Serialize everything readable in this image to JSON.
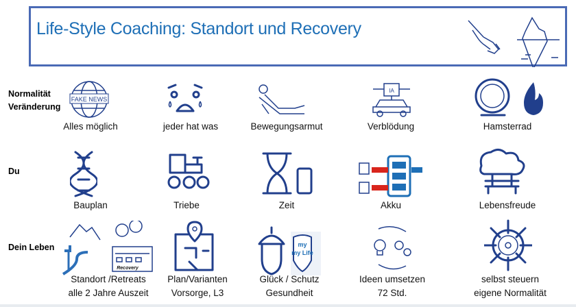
{
  "header": {
    "title": "Life-Style Coaching: Standort und Recovery"
  },
  "rows": [
    {
      "label_lines": [
        "Normalität",
        "Veränderung"
      ],
      "items": [
        {
          "icon": "fake-news-globe-icon",
          "icon_text": "FAKE NEWS",
          "label_lines": [
            "Alles möglich"
          ]
        },
        {
          "icon": "scared-face-icon",
          "label_lines": [
            "jeder hat was"
          ]
        },
        {
          "icon": "reclining-person-icon",
          "label_lines": [
            "Bewegungsarmut"
          ]
        },
        {
          "icon": "ai-car-chip-icon",
          "label_lines": [
            "Verblödung"
          ]
        },
        {
          "icon": "hamster-wheel-fire-icon",
          "label_lines": [
            "Hamsterrad"
          ]
        }
      ]
    },
    {
      "label_lines": [
        "Du"
      ],
      "items": [
        {
          "icon": "dna-icon",
          "label_lines": [
            "Bauplan"
          ]
        },
        {
          "icon": "locomotive-icon",
          "label_lines": [
            "Triebe"
          ]
        },
        {
          "icon": "hourglass-phone-icon",
          "label_lines": [
            "Zeit"
          ]
        },
        {
          "icon": "battery-icon",
          "label_lines": [
            "Akku"
          ]
        },
        {
          "icon": "park-bench-trees-icon",
          "label_lines": [
            "Lebensfreude"
          ]
        }
      ]
    },
    {
      "label_lines": [
        "Dein Leben"
      ],
      "items": [
        {
          "icon": "mountain-road-retreat-icon",
          "icon_text": "Recovery",
          "label_lines": [
            "Standort /Retreats",
            "alle 2 Jahre Auszeit"
          ]
        },
        {
          "icon": "map-pin-icon",
          "label_lines": [
            "Plan/Varianten",
            "Vorsorge, L3"
          ]
        },
        {
          "icon": "acorn-shield-icon",
          "icon_text": "my Life",
          "label_lines": [
            "Glück / Schutz",
            "Gesundheit"
          ]
        },
        {
          "icon": "idea-gears-icon",
          "label_lines": [
            "Ideen umsetzen",
            "72 Std."
          ]
        },
        {
          "icon": "ship-wheel-icon",
          "label_lines": [
            "selbst steuern",
            "eigene Normalität"
          ]
        }
      ]
    }
  ],
  "colors": {
    "title": "#1e6fb6",
    "icon": "#213f8c",
    "border": "#4a6ab5"
  }
}
